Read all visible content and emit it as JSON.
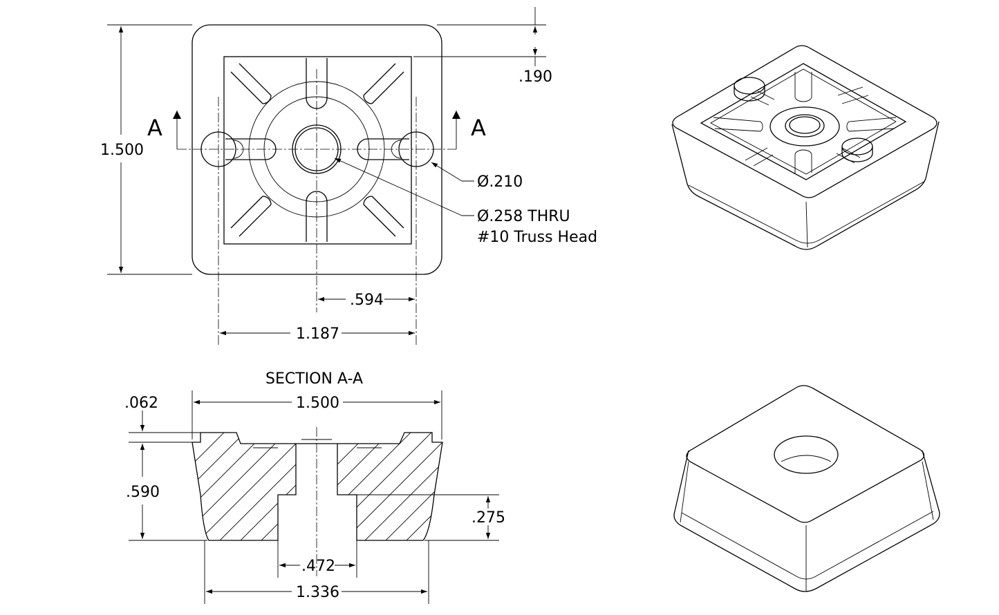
{
  "top_view": {
    "section_marker_left": "A",
    "section_marker_right": "A",
    "dim_height": "1.500",
    "dim_rim": ".190",
    "dim_peg_dia": "Ø.210",
    "dim_hole_dia": "Ø.258 THRU",
    "dim_hole_note": "#10 Truss Head",
    "dim_half_spacing": ".594",
    "dim_peg_spacing": "1.187"
  },
  "section_view": {
    "title": "SECTION A-A",
    "dim_top_width": "1.500",
    "dim_lip": ".062",
    "dim_height": ".590",
    "dim_counterbore_depth": ".275",
    "dim_counterbore_width": ".472",
    "dim_bottom_width": "1.336"
  }
}
